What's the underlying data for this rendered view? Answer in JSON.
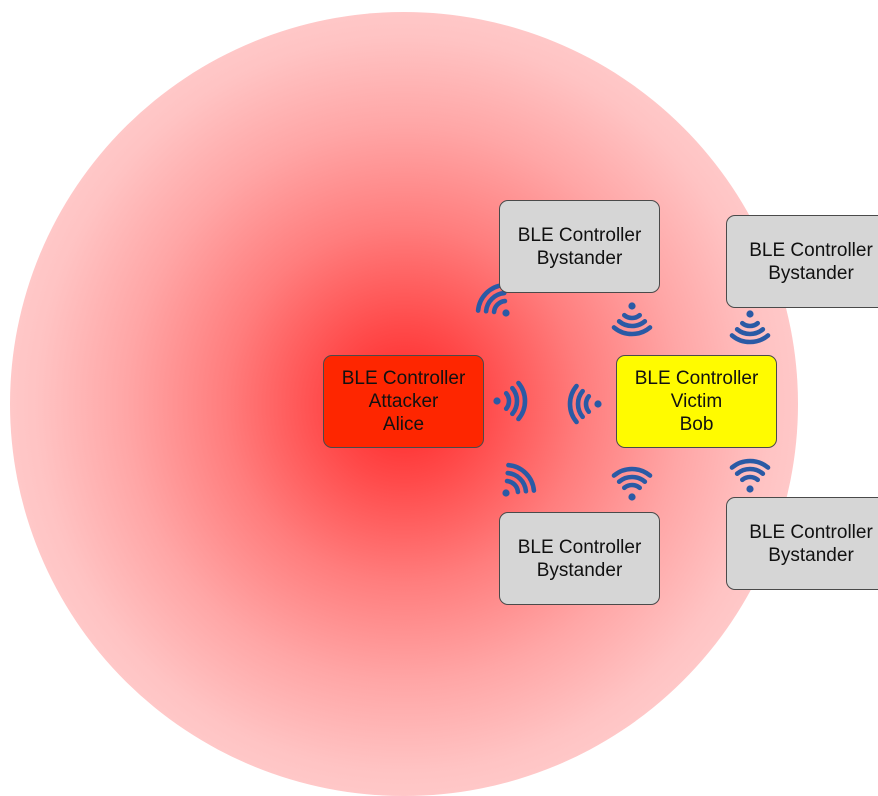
{
  "diagram": {
    "attack_range_color": "#ff2626",
    "signal_color": "#2a5aa5",
    "attacker": {
      "color": "#fe2600",
      "line1": "BLE Controller",
      "line2": "Attacker",
      "line3": "Alice"
    },
    "victim": {
      "color": "#fffb00",
      "line1": "BLE Controller",
      "line2": "Victim",
      "line3": "Bob"
    },
    "bystanders": [
      {
        "line1": "BLE Controller",
        "line2": "Bystander"
      },
      {
        "line1": "BLE Controller",
        "line2": "Bystander"
      },
      {
        "line1": "BLE Controller",
        "line2": "Bystander"
      },
      {
        "line1": "BLE Controller",
        "line2": "Bystander"
      }
    ],
    "signal_icon": "wifi-signal-icon"
  }
}
